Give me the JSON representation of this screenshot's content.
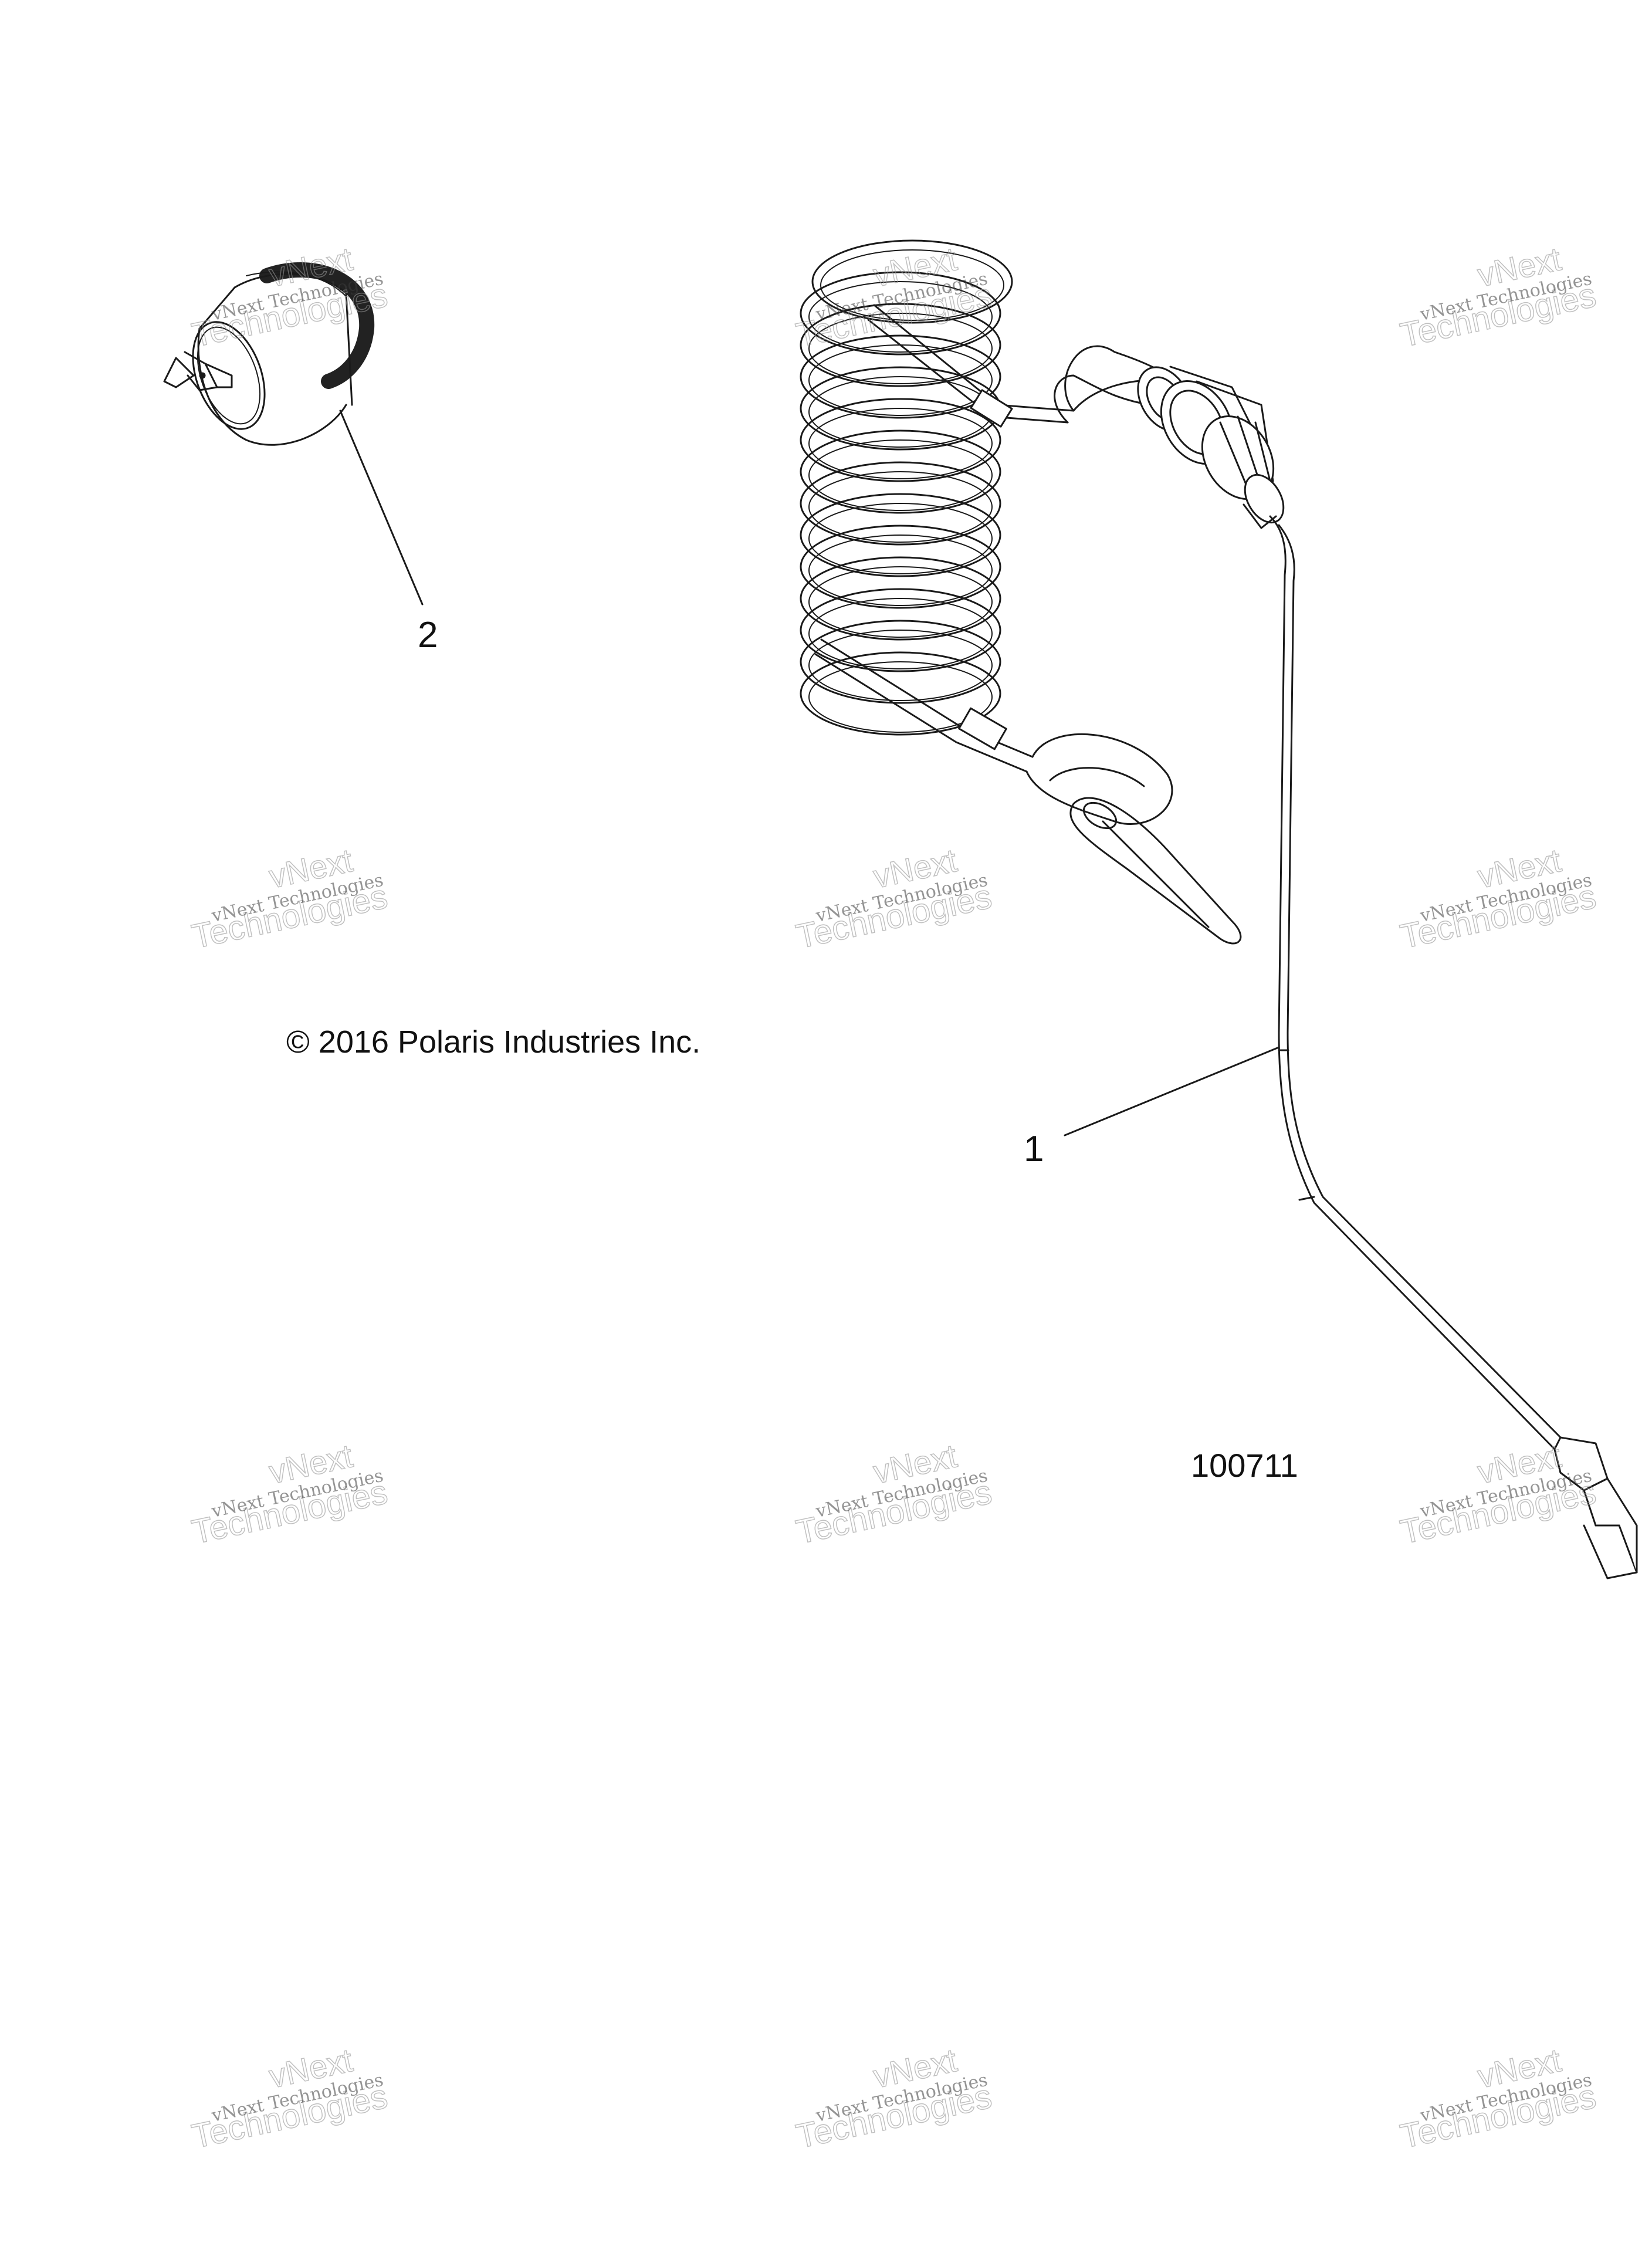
{
  "callouts": {
    "part_1": "1",
    "part_2": "2"
  },
  "copyright": "© 2016 Polaris Industries Inc.",
  "figure_number": "100711",
  "watermark": {
    "line_small": "vNext Technologies",
    "line_big": "Technologies",
    "line_top": "vNext"
  },
  "colors": {
    "line": "#1a1a1a",
    "watermark": "#9a9a9a",
    "background": "#ffffff"
  }
}
